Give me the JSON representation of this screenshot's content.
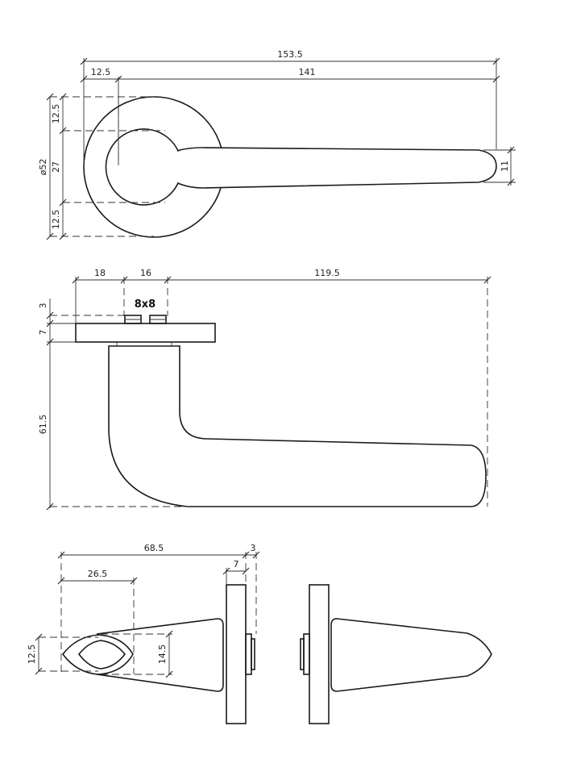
{
  "plan_view": {
    "overall_length": "153.5",
    "rose_offset": "12.5",
    "lever_length": "141",
    "rose_diameter": "ø52",
    "rose_margin_top": "12.5",
    "lever_neck_width": "27",
    "rose_margin_bottom": "12.5",
    "tip_width": "11"
  },
  "side_view": {
    "dim_a": "18",
    "dim_b": "16",
    "dim_c": "119.5",
    "spindle_size": "8x8",
    "spindle_projection": "3",
    "rose_thickness": "7",
    "lever_height": "61.5"
  },
  "end_view": {
    "overall_depth": "68.5",
    "rose_thickness": "7",
    "spindle_projection": "3",
    "grip_length": "26.5",
    "grip_height_outer": "12.5",
    "grip_height_inner": "14.5"
  }
}
